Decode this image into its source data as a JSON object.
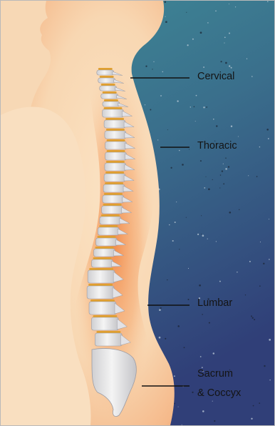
{
  "labels": {
    "cervical": "Cervical",
    "thoracic": "Thoracic",
    "lumbar": "Lumbar",
    "sacrum_line1": "Sacrum",
    "sacrum_line2": "& Coccyx"
  },
  "colors": {
    "background_top": "#3f8c97",
    "background_bottom": "#303f78",
    "skin": "#f8d9b6",
    "skin_glow": "#f29a5a",
    "bone": "#ececec",
    "disc": "#e0a030",
    "leader_line": "#111111"
  }
}
